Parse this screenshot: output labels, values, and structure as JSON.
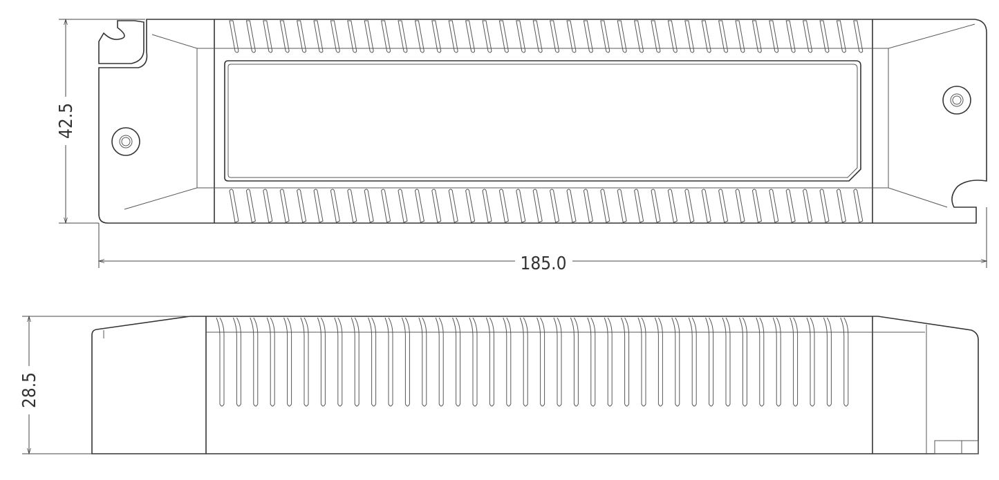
{
  "dimensions": {
    "width_label": "185.0",
    "depth_label": "42.5",
    "height_label": "28.5"
  },
  "line_color": "#333333"
}
